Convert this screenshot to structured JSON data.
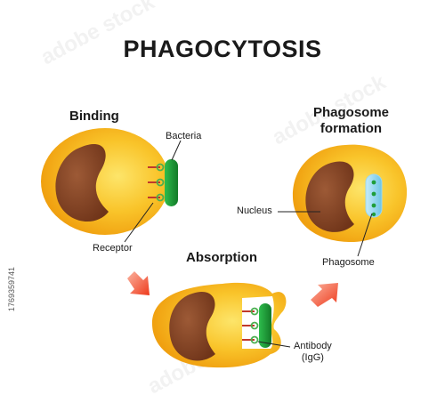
{
  "title": "PHAGOCYTOSIS",
  "stages": {
    "binding": "Binding",
    "phagosome_formation_line1": "Phagosome",
    "phagosome_formation_line2": "formation",
    "absorption": "Absorption"
  },
  "labels": {
    "bacteria": "Bacteria",
    "receptor": "Receptor",
    "nucleus": "Nucleus",
    "phagosome": "Phagosome",
    "antibody_line1": "Antibody",
    "antibody_line2": "(IgG)"
  },
  "stock_id": "1769359741",
  "colors": {
    "cell": "#f6b31c",
    "cell_highlight": "#fde56a",
    "nucleus": "#8b4a2a",
    "bacteria": "#1f9e3a",
    "receptor": "#c0392b",
    "antibody": "#4caf50",
    "phagosome": "#8fd3ee",
    "arrow": "#ef4a2a"
  }
}
